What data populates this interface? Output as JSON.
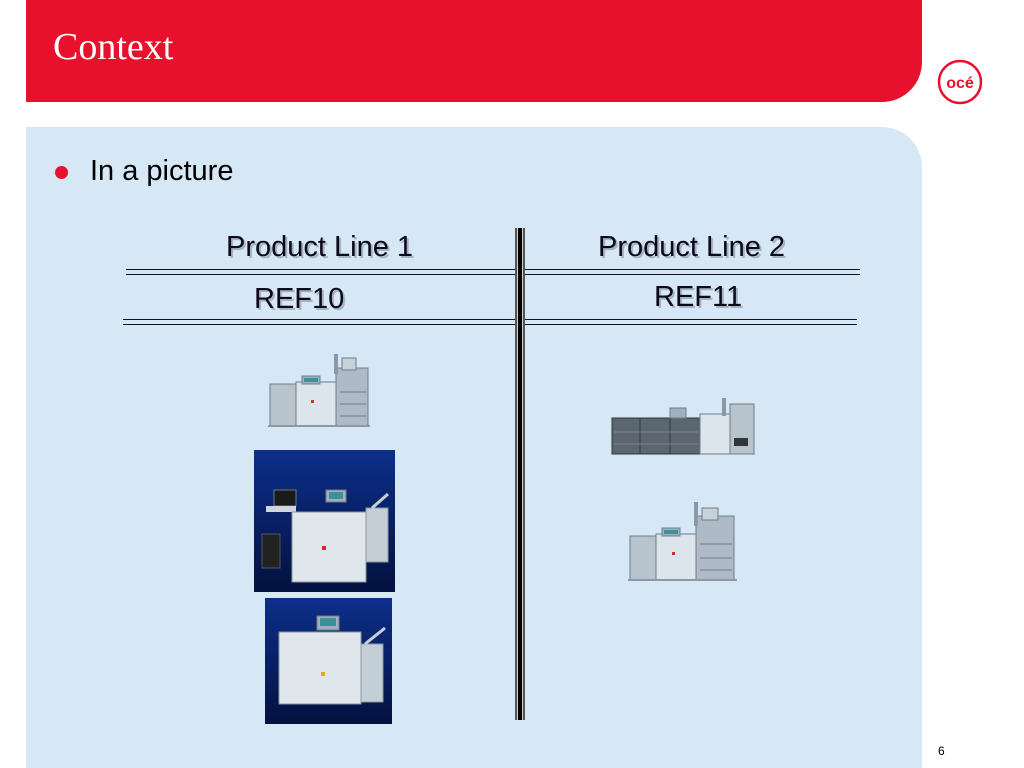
{
  "slide": {
    "title": "Context",
    "bullet": "In a picture",
    "page_number": "6",
    "logo_text": "océ",
    "accent_color": "#e8112d",
    "panel_color": "#d6e7f6"
  },
  "columns": [
    {
      "heading": "Product Line 1",
      "ref": "REF10"
    },
    {
      "heading": "Product Line 2",
      "ref": "REF11"
    }
  ]
}
